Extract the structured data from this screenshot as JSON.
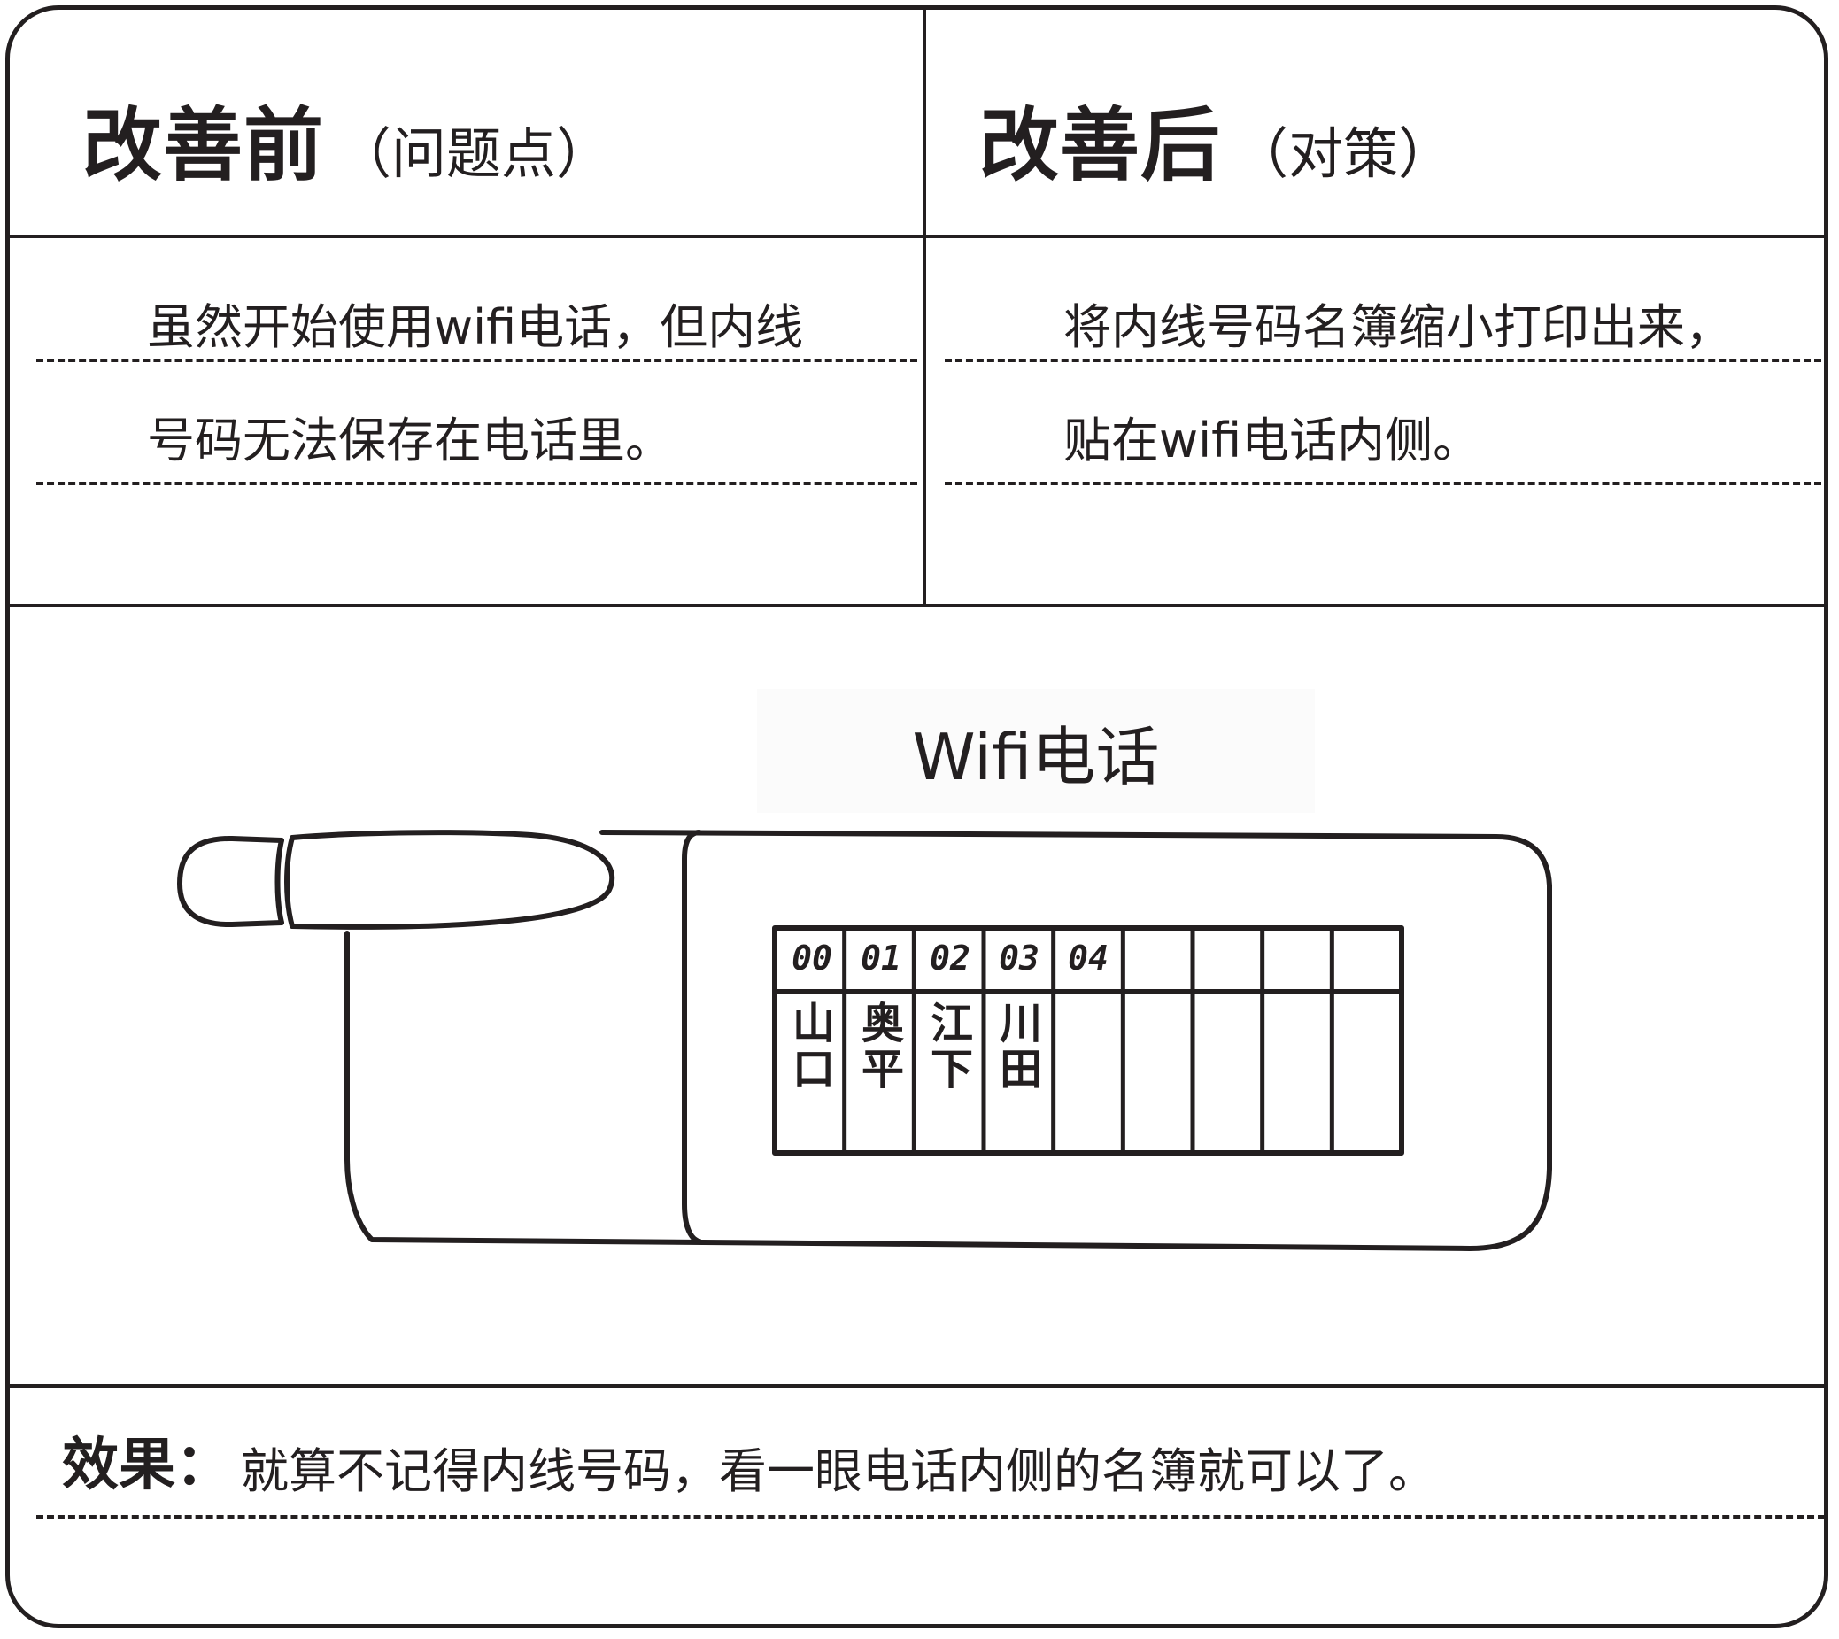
{
  "before": {
    "title": "改善前",
    "subtitle": "（问题点）",
    "lines": [
      "虽然开始使用wifi电话，但内线",
      "号码无法保存在电话里。"
    ]
  },
  "after": {
    "title": "改善后",
    "subtitle": "（对策）",
    "lines": [
      "将内线号码名簿缩小打印出来，",
      "贴在wifi电话内侧。"
    ]
  },
  "diagram": {
    "caption": "Wifi电话",
    "directory": {
      "numbers": [
        "00",
        "01",
        "02",
        "03",
        "04"
      ],
      "names": [
        "山口",
        "奥平",
        "江下",
        "川田"
      ]
    }
  },
  "effect": {
    "label": "效果：",
    "text": "就算不记得内线号码，看一眼电话内侧的名簿就可以了。"
  }
}
